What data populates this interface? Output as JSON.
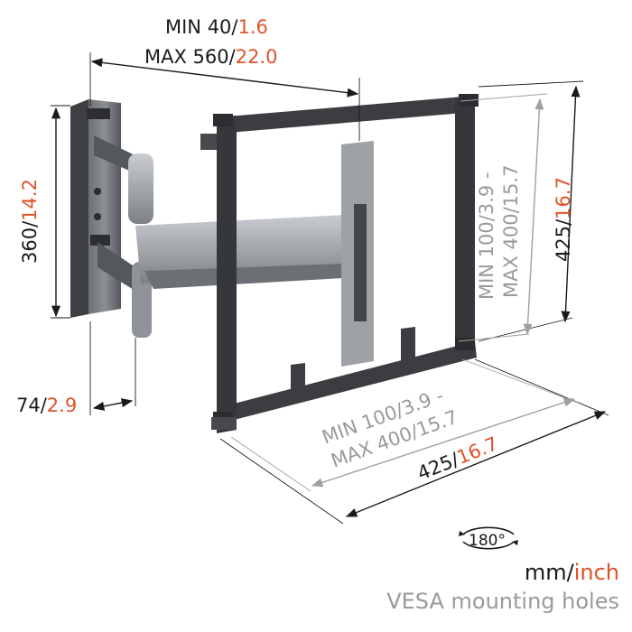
{
  "dimensions": {
    "arm_extension": {
      "min_prefix": "MIN 40/",
      "min_inch": "1.6",
      "max_prefix": "MAX 560/",
      "max_inch": "22.0"
    },
    "wall_plate_height": {
      "mm": "360/",
      "inch": "14.2"
    },
    "wall_plate_depth": {
      "mm": "74/",
      "inch": "2.9"
    },
    "frame_height": {
      "mm": "425/",
      "inch": "16.7"
    },
    "frame_width": {
      "mm": "425/",
      "inch": "16.7"
    },
    "vesa_vertical": {
      "line1": "MIN 100/3.9 -",
      "line2": "MAX 400/15.7"
    },
    "vesa_horizontal": {
      "line1": "MIN 100/3.9 -",
      "line2": "MAX 400/15.7"
    }
  },
  "rotation": {
    "label": "180°"
  },
  "legend": {
    "units_mm": "mm/",
    "units_inch": "inch",
    "vesa": "VESA mounting holes"
  },
  "colors": {
    "metric": "#1a1a1a",
    "imperial": "#e0522a",
    "vesa": "#9a9a9a",
    "frame": "#3b3d41",
    "arm": "#a9acb1"
  }
}
